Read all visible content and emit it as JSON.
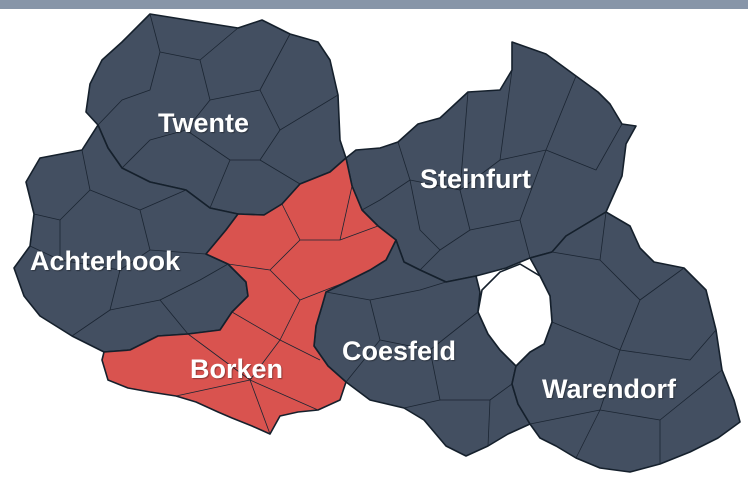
{
  "colors": {
    "region": "#434f61",
    "highlight": "#d9534f",
    "header": "#8795a8",
    "label": "#ffffff",
    "background": "#ffffff"
  },
  "highlighted_region": "Borken",
  "regions": {
    "twente": {
      "label": "Twente"
    },
    "achterhook": {
      "label": "Achterhook"
    },
    "steinfurt": {
      "label": "Steinfurt"
    },
    "borken": {
      "label": "Borken"
    },
    "coesfeld": {
      "label": "Coesfeld"
    },
    "warendorf": {
      "label": "Warendorf"
    }
  }
}
